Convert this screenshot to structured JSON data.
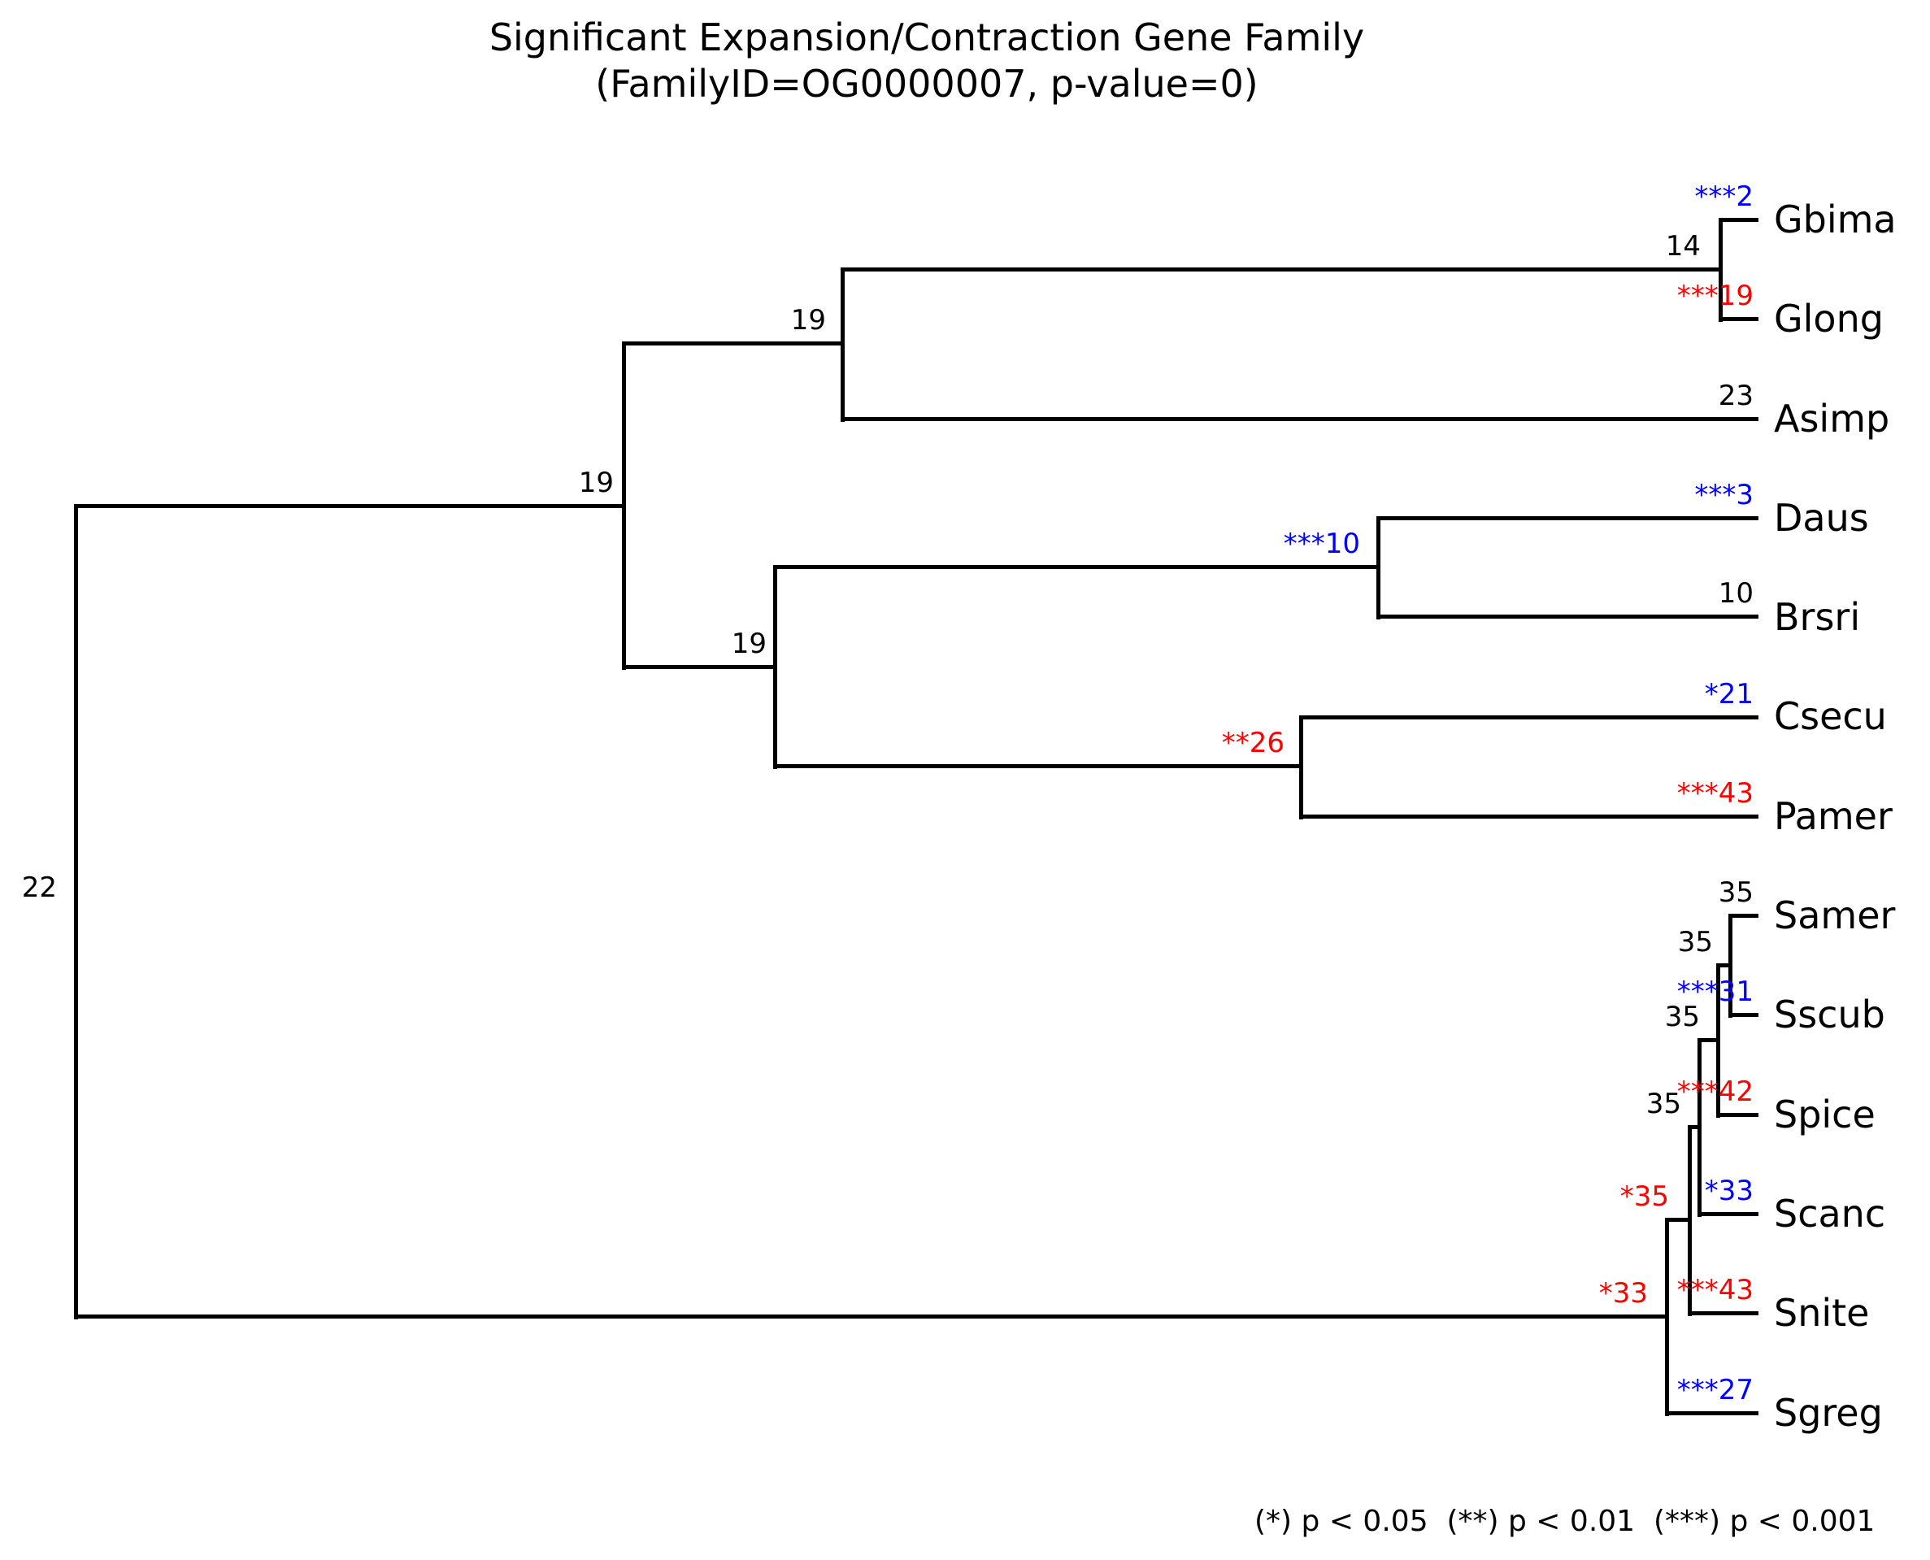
{
  "title": {
    "line1": "Significant Expansion/Contraction Gene Family",
    "line2": "(FamilyID=OG0000007, p-value=0)"
  },
  "legend": {
    "text": "(*) p < 0.05  (**) p < 0.01  (***) p < 0.001"
  },
  "palette": {
    "expansion_red": "#ff0000",
    "contraction_blue": "#0000ff",
    "default_black": "#000000",
    "branch_line": "#000000",
    "background": "#ffffff"
  },
  "chart_data": {
    "type": "phylogenetic_tree",
    "family_id": "OG0000007",
    "p_value": "0",
    "orientation": "left-to-right ultrametric dendrogram",
    "newick": "((((Gbima,Glong)14,Asimp)19,((Daus,Brsri)***10,(Csecu,Pamer)**26)19)19,(((((Samer,Sscub)35,Spice)35,Scanc)35,Snite)*35,Sgreg)*33)22",
    "significance_key": "(*) p < 0.05, (**) p < 0.01, (***) p < 0.001",
    "leaves": [
      {
        "species": "Gbima",
        "label": "***2",
        "significance": "***",
        "value": 2,
        "color": "#0000ff"
      },
      {
        "species": "Glong",
        "label": "***19",
        "significance": "***",
        "value": 19,
        "color": "#ff0000"
      },
      {
        "species": "Asimp",
        "label": "23",
        "significance": "",
        "value": 23,
        "color": "#000000"
      },
      {
        "species": "Daus",
        "label": "***3",
        "significance": "***",
        "value": 3,
        "color": "#0000ff"
      },
      {
        "species": "Brsri",
        "label": "10",
        "significance": "",
        "value": 10,
        "color": "#000000"
      },
      {
        "species": "Csecu",
        "label": "*21",
        "significance": "*",
        "value": 21,
        "color": "#0000ff"
      },
      {
        "species": "Pamer",
        "label": "***43",
        "significance": "***",
        "value": 43,
        "color": "#ff0000"
      },
      {
        "species": "Samer",
        "label": "35",
        "significance": "",
        "value": 35,
        "color": "#000000"
      },
      {
        "species": "Sscub",
        "label": "***31",
        "significance": "***",
        "value": 31,
        "color": "#0000ff"
      },
      {
        "species": "Spice",
        "label": "***42",
        "significance": "***",
        "value": 42,
        "color": "#ff0000"
      },
      {
        "species": "Scanc",
        "label": "*33",
        "significance": "*",
        "value": 33,
        "color": "#0000ff"
      },
      {
        "species": "Snite",
        "label": "***43",
        "significance": "***",
        "value": 43,
        "color": "#ff0000"
      },
      {
        "species": "Sgreg",
        "label": "***27",
        "significance": "***",
        "value": 27,
        "color": "#0000ff"
      }
    ],
    "internal_nodes": [
      {
        "id": "root",
        "label": "22",
        "color": "#000000"
      },
      {
        "id": "upper-clade",
        "label": "19",
        "color": "#000000"
      },
      {
        "id": "gbima-glong-asimp",
        "label": "19",
        "color": "#000000"
      },
      {
        "id": "gbima-glong",
        "label": "14",
        "color": "#000000"
      },
      {
        "id": "daus-pamer-clade",
        "label": "19",
        "color": "#000000"
      },
      {
        "id": "daus-brsri",
        "label": "***10",
        "color": "#0000ff"
      },
      {
        "id": "csecu-pamer",
        "label": "**26",
        "color": "#ff0000"
      },
      {
        "id": "samer-sscub",
        "label": "35",
        "color": "#000000"
      },
      {
        "id": "plus-spice",
        "label": "35",
        "color": "#000000"
      },
      {
        "id": "plus-scanc",
        "label": "35",
        "color": "#000000"
      },
      {
        "id": "plus-snite",
        "label": "*35",
        "color": "#ff0000"
      },
      {
        "id": "plus-sgreg",
        "label": "*33",
        "color": "#ff0000"
      }
    ]
  }
}
